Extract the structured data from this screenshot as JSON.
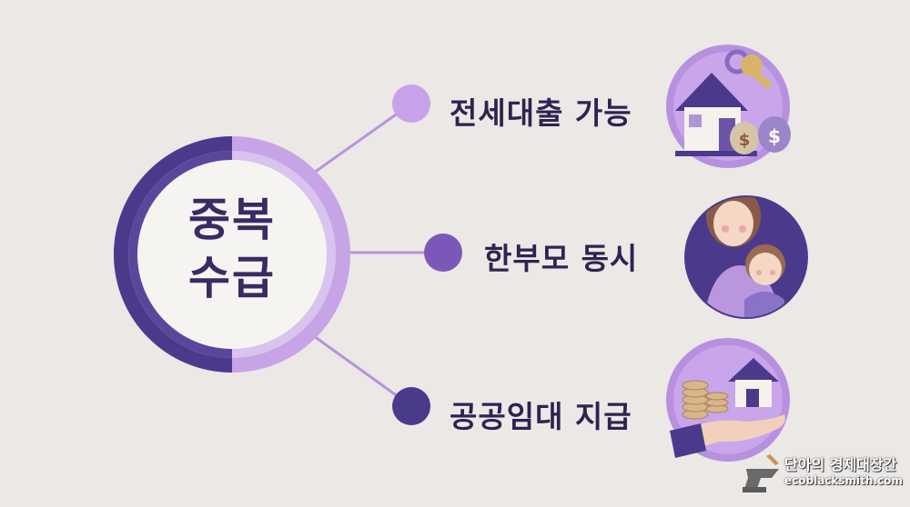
{
  "center": {
    "line1": "중복",
    "line2": "수급"
  },
  "items": [
    {
      "label": "전세대출 가능",
      "icon": "house-with-key-and-money-icon"
    },
    {
      "label": "한부모 동시",
      "icon": "mother-and-child-icon"
    },
    {
      "label": "공공임대 지급",
      "icon": "hand-with-house-and-coins-icon"
    }
  ],
  "watermark": {
    "title": "단아의 경제대장간",
    "url": "ecoblacksmith.com"
  },
  "colors": {
    "background": "#ebe8e6",
    "dark_purple": "#4b3a8c",
    "mid_purple": "#7b5fb8",
    "light_purple": "#c8a4e6",
    "text": "#2e2350"
  }
}
